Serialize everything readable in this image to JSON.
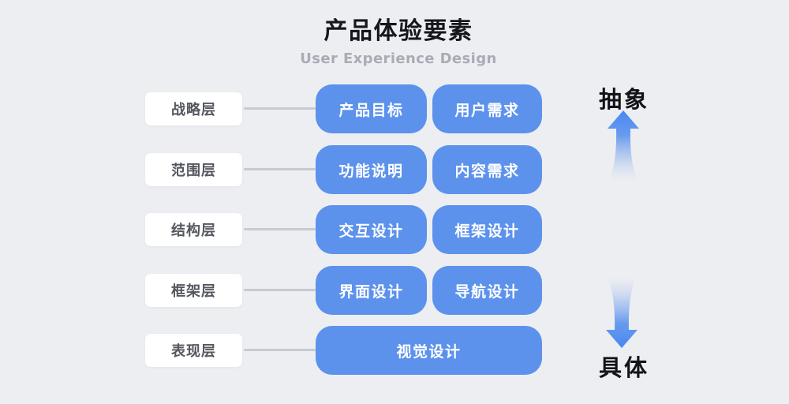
{
  "title": "产品体验要素",
  "subtitle": "User Experience Design",
  "rows": [
    {
      "layer": "战略层",
      "items": [
        "产品目标",
        "用户需求"
      ]
    },
    {
      "layer": "范围层",
      "items": [
        "功能说明",
        "内容需求"
      ]
    },
    {
      "layer": "结构层",
      "items": [
        "交互设计",
        "框架设计"
      ]
    },
    {
      "layer": "框架层",
      "items": [
        "界面设计",
        "导航设计"
      ]
    },
    {
      "layer": "表现层",
      "items": [
        "视觉设计"
      ]
    }
  ],
  "scale": {
    "top_label": "抽象",
    "bottom_label": "具体",
    "up_arrow_icon": "gradient-arrow-up",
    "down_arrow_icon": "gradient-arrow-down"
  },
  "colors": {
    "background": "#EDEEF2",
    "card_blue": "#5C92EC",
    "card_white": "#FFFFFF",
    "layer_text": "#54575E",
    "card_text": "#FFFFFF",
    "title_text": "#16171A",
    "subtitle_text": "#A8ACB4",
    "connector": "#C7CAD1",
    "arrow_blue": "#4787F2"
  }
}
